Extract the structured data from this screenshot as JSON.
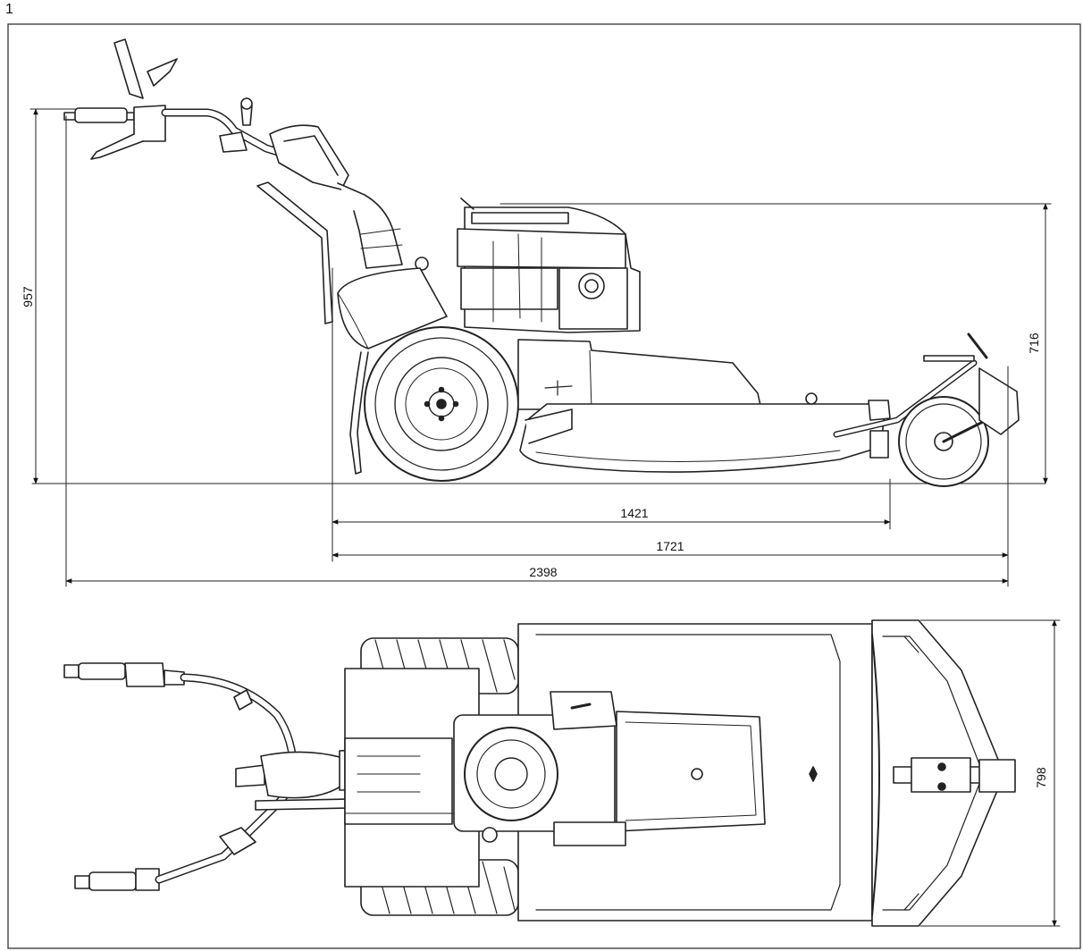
{
  "figure": {
    "number": "1"
  },
  "side_view": {
    "dims": {
      "height_total": "957",
      "height_engine": "716",
      "len_wheel_to_front": "1421",
      "len_wheel_to_rear": "1721",
      "len_total": "2398"
    }
  },
  "top_view": {
    "dims": {
      "width": "798"
    }
  }
}
